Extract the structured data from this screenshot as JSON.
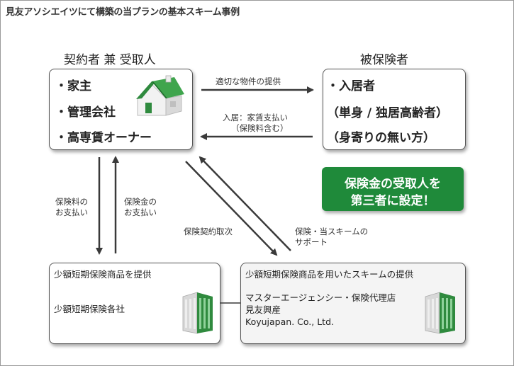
{
  "title": "見友アソシエイツにて構築の当プランの基本スキーム事例",
  "contractor": {
    "heading": "契約者 兼 受取人",
    "items": [
      "・家主",
      "・管理会社",
      "・高専賃オーナー"
    ]
  },
  "insured": {
    "heading": "被保険者",
    "line1": "・入居者",
    "line2": "（単身 / 独居高齢者）",
    "line3": "（身寄りの無い方）"
  },
  "arrows": {
    "top_right": "適切な物件の提供",
    "back_left_line1": "入居：家賃支払い",
    "back_left_line2": "（保険料含む）",
    "premium_line1": "保険料の",
    "premium_line2": "お支払い",
    "claim_line1": "保険金の",
    "claim_line2": "お支払い",
    "contract_handling": "保険契約取次",
    "support_line1": "保険・当スキームの",
    "support_line2": "サポート"
  },
  "callout": {
    "line1": "保険金の受取人を",
    "line2": "第三者に設定！",
    "color": "#1f8a3a"
  },
  "insurer": {
    "line1": "少額短期保険商品を提供",
    "line2": "少額短期保険各社"
  },
  "agency": {
    "line1": "少額短期保険商品を用いたスキームの提供",
    "line2": "マスターエージェンシー・保険代理店",
    "line3": "見友興産",
    "line4": "Koyujapan. Co., Ltd."
  }
}
